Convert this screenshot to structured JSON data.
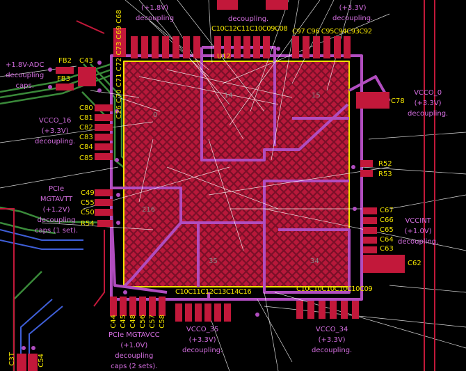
{
  "colors": {
    "background": "#000000",
    "copper_red": "#c2183a",
    "trace_magenta": "#b14dbf",
    "silkscreen_yellow": "#f2e400",
    "text_purple": "#d46ee0",
    "trace_green": "#3a8a3a",
    "trace_blue": "#3f5fd8",
    "ratsnest_white": "#ffffff"
  },
  "icons": {
    "capacitor": "smd-pad-pair-icon",
    "via": "via-icon",
    "fpga": "bga-package-icon"
  },
  "refdes": {
    "fb2": "FB2",
    "fb3": "FB3",
    "c43": "C43",
    "c80": "C80",
    "c81": "C81",
    "c82": "C82",
    "c83": "C83",
    "c84": "C84",
    "c85": "C85",
    "c49": "C49",
    "c55": "C55",
    "c50": "C50",
    "r54": "R54",
    "c78": "C78",
    "r52": "R52",
    "r53": "R53",
    "c67": "C67",
    "c66": "C66",
    "c65": "C65",
    "c64": "C64",
    "c63": "C63",
    "c62": "C62",
    "u12": "U12",
    "c44": "C44",
    "c45": "C45",
    "c48": "C48",
    "c56": "C56",
    "c57": "C57",
    "c58": "C58",
    "c_top_left": "C26 C70 C71 C72 C73 C69 C68",
    "c_top_center": "C10C12C11C10C09C08",
    "c_top_right": "C97 C96 C95C94C93C92",
    "c_bottom_center": "C10C11C12C13C14C16",
    "c_bottom_right": "C10C10C10C10C10C09",
    "c3t": "C3T",
    "c54": "C54"
  },
  "notes": {
    "adc": [
      "+1.8V-ADC",
      "decoupling",
      "caps."
    ],
    "top_18": [
      "(+1.8V)",
      "decoupling"
    ],
    "top_center": [
      "decoupling."
    ],
    "top_right": [
      "(+3.3V)",
      "decoupling."
    ],
    "vcco16": [
      "VCCO_16",
      "(+3.3V)",
      "decoupling."
    ],
    "mgtavtt": [
      "PCIe",
      "MGTAVTT",
      "(+1.2V)",
      "decoupling",
      "caps (1 set)."
    ],
    "vcco0": [
      "VCCO_0",
      "(+3.3V)",
      "decoupling."
    ],
    "vccint": [
      "VCCINT",
      "(+1.0V)",
      "decoupling."
    ],
    "vcco35": [
      "VCCO_35",
      "(+3.3V)",
      "decoupling."
    ],
    "vcco34": [
      "VCCO_34",
      "(+3.3V)",
      "decoupling."
    ],
    "mgtavcc": [
      "PCIe  MGTAVCC",
      "(+1.0V)",
      "decoupling",
      "caps (2 sets)."
    ]
  },
  "bank_labels": {
    "bank14": "14",
    "bank15": "15",
    "bank0": "0",
    "bank216": "216",
    "bank35": "35",
    "bank34": "34"
  }
}
